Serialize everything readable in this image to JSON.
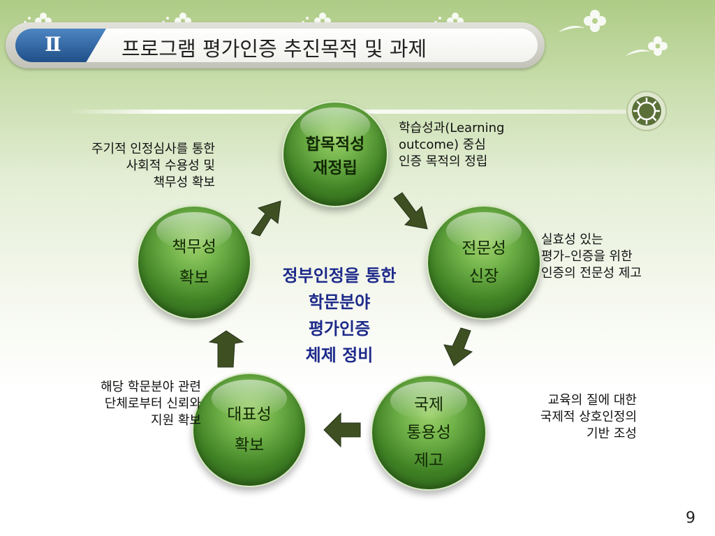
{
  "header": {
    "section_numeral": "Ⅱ",
    "title": "프로그램 평가인증 추진목적 및 과제"
  },
  "center": {
    "lines": [
      "정부인정을 통한",
      "학문분야",
      "평가인증",
      "체제 정비"
    ]
  },
  "nodes": {
    "top": {
      "lines": [
        "합목적성",
        "재정립"
      ]
    },
    "right": {
      "lines": [
        "전문성",
        "신장"
      ]
    },
    "bottom_right": {
      "lines": [
        "국제",
        "통용성",
        "제고"
      ]
    },
    "bottom_left": {
      "lines": [
        "대표성",
        "확보"
      ]
    },
    "left": {
      "lines": [
        "책무성",
        "확보"
      ]
    }
  },
  "notes": {
    "top_right": [
      "학습성과(Learning",
      "outcome) 중심",
      "인증 목적의 정립"
    ],
    "right": [
      "실효성 있는",
      "평가–인증을 위한",
      "인증의  전문성 제고"
    ],
    "bottom_right": [
      "교육의 질에 대한",
      "국제적 상호인정의",
      "기반 조성"
    ],
    "bottom_left": [
      "해당 학문분야 관련",
      "단체로부터 신뢰와",
      "지원 확보"
    ],
    "top_left": [
      "주기적 인정심사를 통한",
      "사회적 수용성 및",
      "책무성 확보"
    ]
  },
  "page_number": "9",
  "colors": {
    "node_green": "#3f8024",
    "arrow_green": "#3e4f22",
    "center_text": "#1d2a8a",
    "badge_blue": "#1f4f88"
  }
}
